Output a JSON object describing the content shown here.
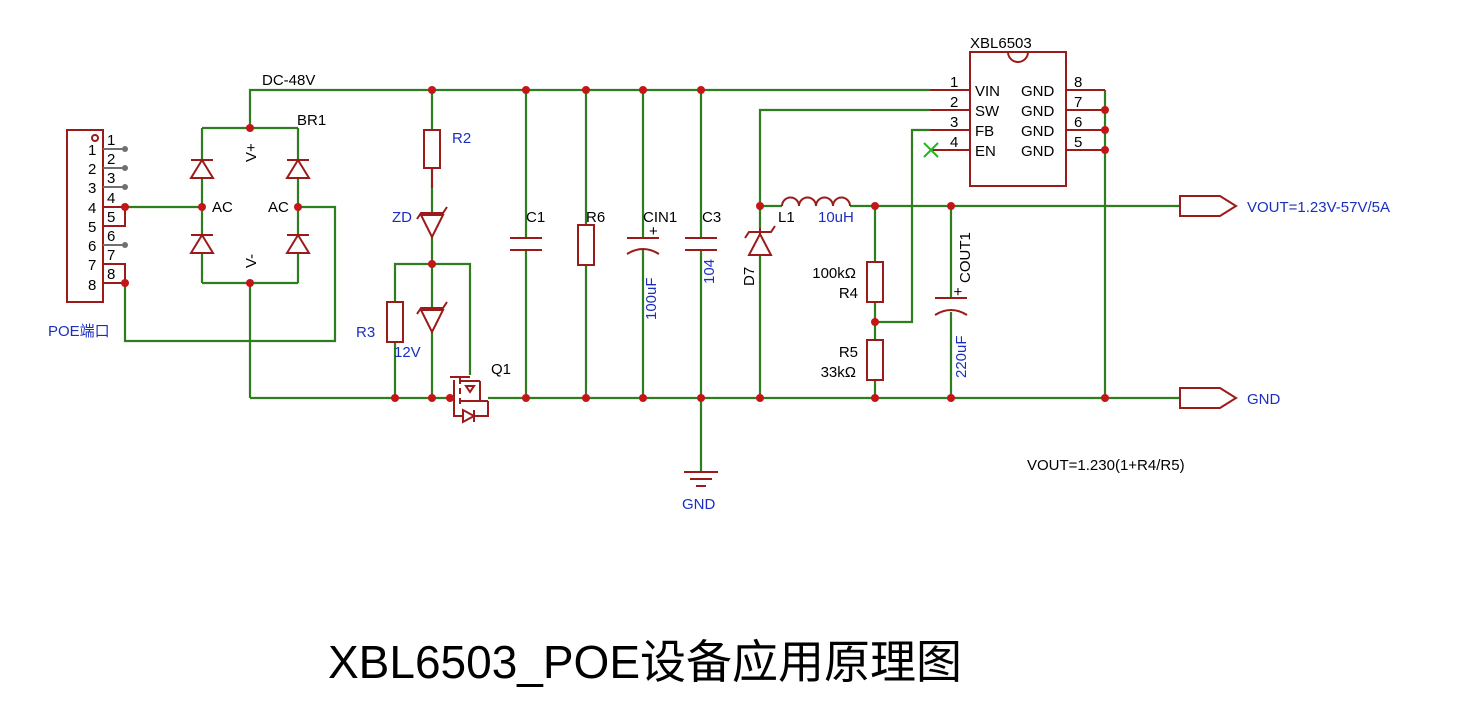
{
  "title": "XBL6503_POE设备应用原理图",
  "connector": {
    "label": "POE端口",
    "pins": [
      "1",
      "2",
      "3",
      "4",
      "5",
      "6",
      "7",
      "8"
    ],
    "inner_pins": [
      "1",
      "2",
      "3",
      "4",
      "5",
      "6",
      "7",
      "8"
    ]
  },
  "bridge": {
    "ref": "BR1",
    "ac_left": "AC",
    "ac_right": "AC",
    "v_plus": "V+",
    "v_minus": "V-"
  },
  "net_dc": "DC-48V",
  "r2": "R2",
  "zd": "ZD",
  "r3": "R3",
  "zener_12v": "12V",
  "q1": "Q1",
  "c1": "C1",
  "r6": "R6",
  "cin1": {
    "ref": "CIN1",
    "value": "100uF",
    "plus": "+"
  },
  "c3": {
    "ref": "C3",
    "value": "104"
  },
  "gnd_symbol": "GND",
  "ic": {
    "name": "XBL6503",
    "left_pins": [
      {
        "num": "1",
        "name": "VIN"
      },
      {
        "num": "2",
        "name": "SW"
      },
      {
        "num": "3",
        "name": "FB"
      },
      {
        "num": "4",
        "name": "EN"
      }
    ],
    "right_pins": [
      {
        "num": "8",
        "name": "GND"
      },
      {
        "num": "7",
        "name": "GND"
      },
      {
        "num": "6",
        "name": "GND"
      },
      {
        "num": "5",
        "name": "GND"
      }
    ]
  },
  "d7": "D7",
  "l1": {
    "ref": "L1",
    "value": "10uH"
  },
  "r4": {
    "ref": "R4",
    "value": "100kΩ"
  },
  "r5": {
    "ref": "R5",
    "value": "33kΩ"
  },
  "cout1": {
    "ref": "COUT1",
    "value": "220uF",
    "plus": "+"
  },
  "vout_port": "VOUT=1.23V-57V/5A",
  "gnd_port": "GND",
  "formula": "VOUT=1.230(1+R4/R5)",
  "colors": {
    "wire": "#2e7d1e",
    "component": "#9b1b1b",
    "junction": "#c41616",
    "label_blue": "#1a2fbf"
  }
}
